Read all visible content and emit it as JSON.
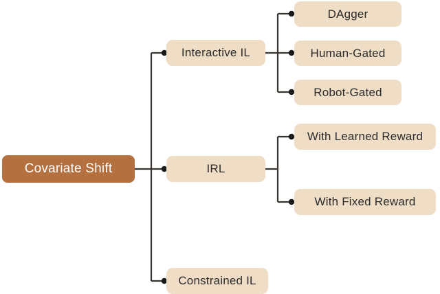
{
  "diagram": {
    "title_node": {
      "label": "Covariate Shift",
      "color": "#b5703f",
      "text_color": "#ffffff"
    },
    "node_color": "#efddc5",
    "node_text_color": "#2b2b2b",
    "edge_color": "#3a3430",
    "branches": [
      {
        "label": "Interactive IL",
        "children": [
          {
            "label": "DAgger"
          },
          {
            "label": "Human-Gated"
          },
          {
            "label": "Robot-Gated"
          }
        ]
      },
      {
        "label": "IRL",
        "children": [
          {
            "label": "With Learned Reward"
          },
          {
            "label": "With Fixed Reward"
          }
        ]
      },
      {
        "label": "Constrained IL",
        "children": []
      }
    ]
  }
}
